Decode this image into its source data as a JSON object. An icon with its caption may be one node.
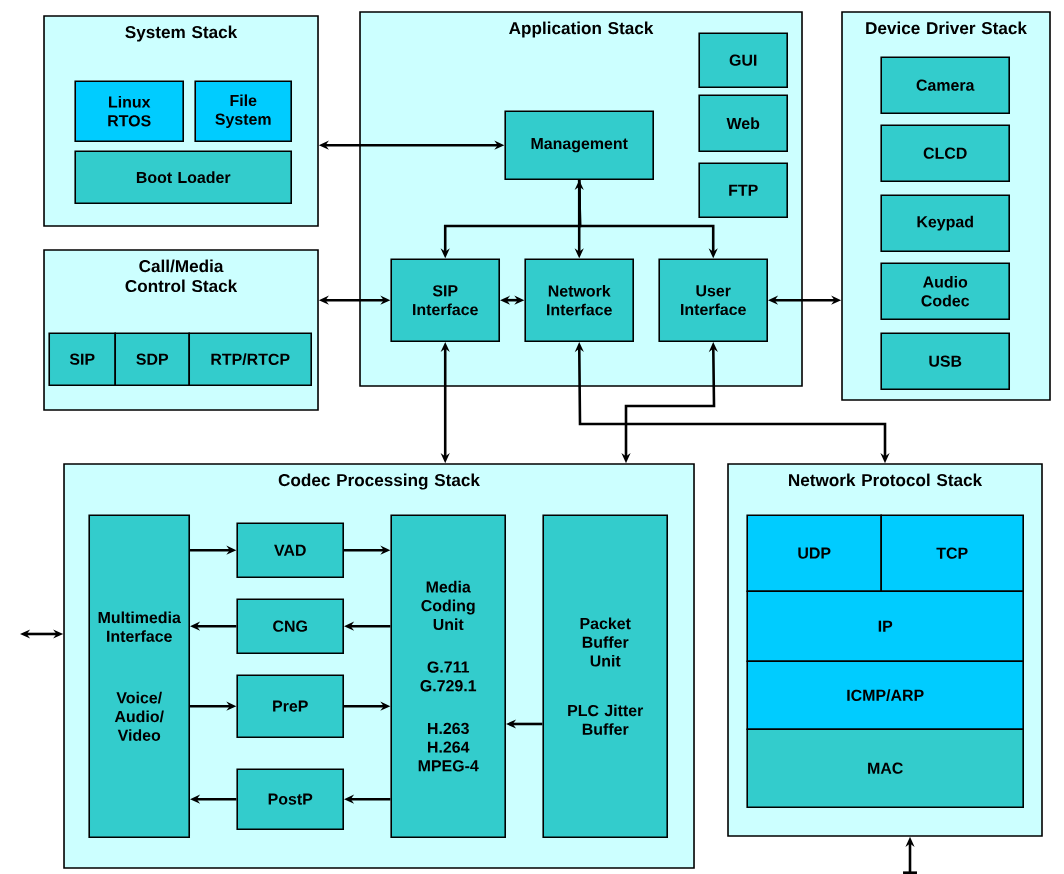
{
  "diagram": {
    "nodes": [
      {
        "text": [
          "System Stack"
        ]
      },
      {
        "text": [
          "Linux RTOS"
        ],
        "in": 0
      },
      {
        "text": [
          "File System"
        ],
        "in": 0
      },
      {
        "text": [
          "Boot Loader"
        ],
        "in": 0
      },
      {
        "text": [
          "Call/Media Control Stack"
        ]
      },
      {
        "text": [
          "SIP"
        ],
        "in": 4
      },
      {
        "text": [
          "SDP"
        ],
        "in": 4
      },
      {
        "text": [
          "RTP/RTCP"
        ],
        "in": 4
      },
      {
        "text": [
          "Application Stack"
        ]
      },
      {
        "text": [
          "Management"
        ],
        "in": 8
      },
      {
        "text": [
          "GUI"
        ],
        "in": 8
      },
      {
        "text": [
          "Web"
        ],
        "in": 8
      },
      {
        "text": [
          "FTP"
        ],
        "in": 8
      },
      {
        "text": [
          "SIP Interface"
        ],
        "in": 8
      },
      {
        "text": [
          "Network Interface"
        ],
        "in": 8
      },
      {
        "text": [
          "User Interface"
        ],
        "in": 8
      },
      {
        "text": [
          "Device Driver Stack"
        ]
      },
      {
        "text": [
          "Camera"
        ],
        "in": 16
      },
      {
        "text": [
          "CLCD"
        ],
        "in": 16
      },
      {
        "text": [
          "Keypad"
        ],
        "in": 16
      },
      {
        "text": [
          "Audio Codec"
        ],
        "in": 16
      },
      {
        "text": [
          "USB"
        ],
        "in": 16
      },
      {
        "text": [
          "Codec Processing Stack"
        ]
      },
      {
        "text": [
          "Multimedia Interface",
          "Voice/ Audio/ Video"
        ],
        "in": 22
      },
      {
        "text": [
          "VAD"
        ],
        "in": 22
      },
      {
        "text": [
          "CNG"
        ],
        "in": 22
      },
      {
        "text": [
          "PreP"
        ],
        "in": 22
      },
      {
        "text": [
          "PostP"
        ],
        "in": 22
      },
      {
        "text": [
          "Media Coding Unit",
          "G.711 G.729.1",
          "H.263 H.264 MPEG-4"
        ],
        "in": 22
      },
      {
        "text": [
          "Packet Buffer Unit",
          "PLC Jitter Buffer"
        ],
        "in": 22
      },
      {
        "text": [
          "Network Protocol Stack"
        ]
      },
      {
        "text": [
          "UDP"
        ],
        "in": 30
      },
      {
        "text": [
          "TCP"
        ],
        "in": 30
      },
      {
        "text": [
          "IP"
        ],
        "in": 30
      },
      {
        "text": [
          "ICMP/ARP"
        ],
        "in": 30
      },
      {
        "text": [
          "MAC"
        ],
        "in": 30
      }
    ],
    "edges": [
      {
        "from": 0,
        "to": 9,
        "arrow": "both"
      },
      {
        "from": 4,
        "to": 13,
        "arrow": "both"
      },
      {
        "from": 13,
        "to": 14,
        "arrow": "both"
      },
      {
        "from": 9,
        "to": 14,
        "arrow": "both"
      },
      {
        "from": 9,
        "to": 13,
        "arrow": "to"
      },
      {
        "from": 9,
        "to": 15,
        "arrow": "to"
      },
      {
        "from": 15,
        "to": 16,
        "arrow": "both"
      },
      {
        "from": 13,
        "to": 22,
        "arrow": "both"
      },
      {
        "from": 14,
        "to": 30,
        "arrow": "both"
      },
      {
        "from": 15,
        "to": 22,
        "arrow": "both"
      },
      {
        "from": null,
        "to": 22,
        "arrow": "both"
      },
      {
        "from": null,
        "to": 30,
        "arrow": "to"
      },
      {
        "from": 23,
        "to": 24,
        "arrow": "to"
      },
      {
        "from": 24,
        "to": 28,
        "arrow": "to"
      },
      {
        "from": 28,
        "to": 25,
        "arrow": "to"
      },
      {
        "from": 25,
        "to": 23,
        "arrow": "to"
      },
      {
        "from": 23,
        "to": 26,
        "arrow": "to"
      },
      {
        "from": 26,
        "to": 28,
        "arrow": "to"
      },
      {
        "from": 28,
        "to": 27,
        "arrow": "to"
      },
      {
        "from": 27,
        "to": 23,
        "arrow": "to"
      },
      {
        "from": 29,
        "to": 28,
        "arrow": "to"
      }
    ]
  }
}
